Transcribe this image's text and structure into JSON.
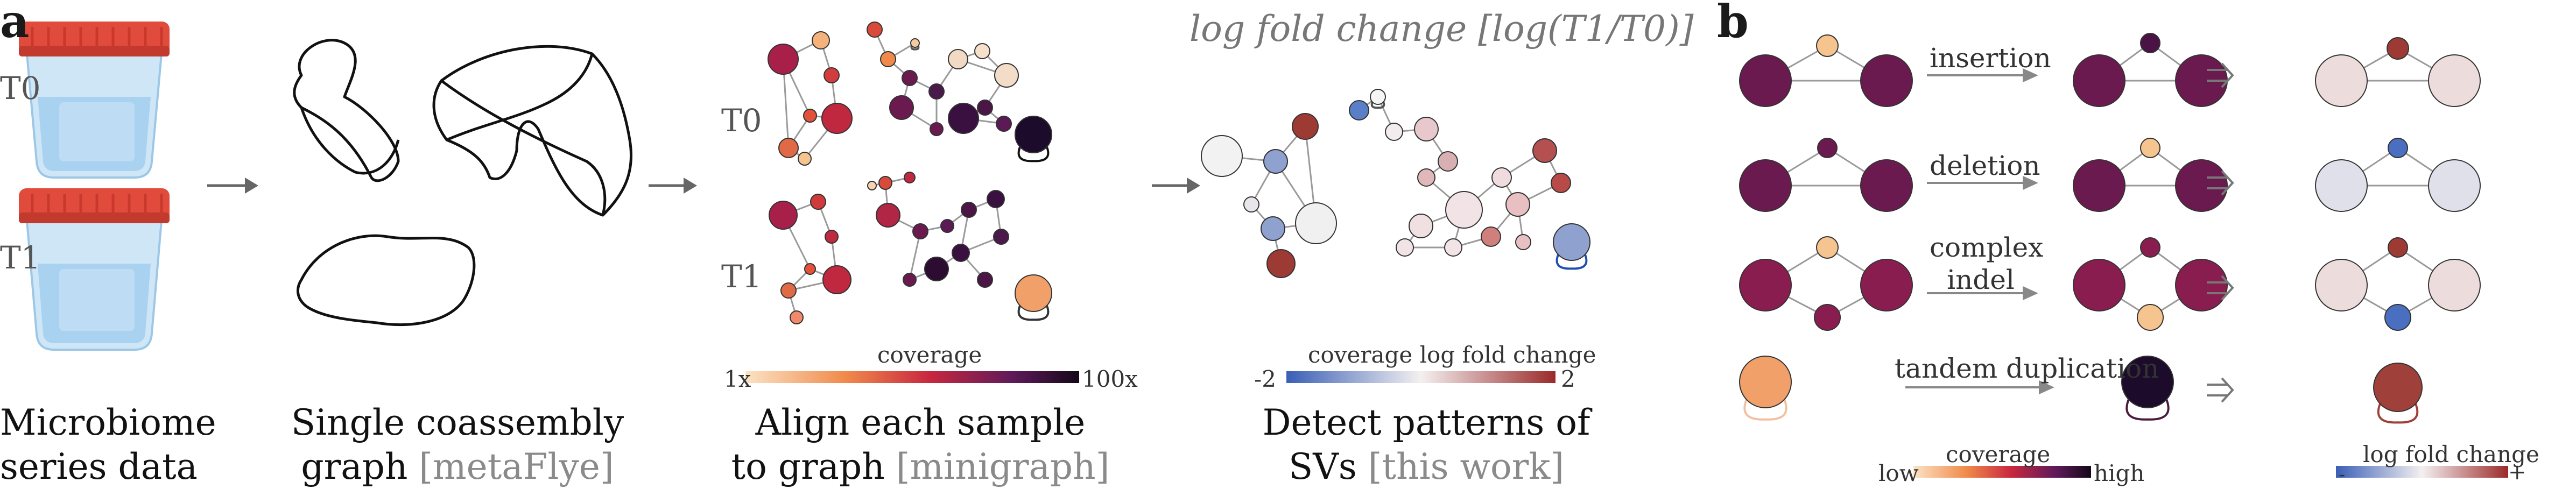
{
  "panels": {
    "a": "a",
    "b": "b"
  },
  "samples": {
    "t0": "T0",
    "t1": "T1"
  },
  "captions": {
    "c1_line1": "Microbiome",
    "c1_line2": "series data",
    "c2_line1": "Single coassembly",
    "c2_line2_main": "graph",
    "c2_line2_tool": "[metaFlye]",
    "c3_line1": "Align each sample",
    "c3_line2_main": "to graph",
    "c3_line2_tool": "[minigraph]",
    "c4_line1": "Detect patterns of",
    "c4_line2_main": "SVs",
    "c4_line2_tool": "[this work]"
  },
  "lfc_title": "log fold change [log(T1/T0)]",
  "coverage_scale": {
    "title": "coverage",
    "min": "1x",
    "max": "100x"
  },
  "lfc_scale": {
    "title": "coverage log fold change",
    "min": "-2",
    "max": "2"
  },
  "panel_b": {
    "ops": {
      "insertion": "insertion",
      "deletion": "deletion",
      "complex_1": "complex",
      "complex_2": "indel",
      "tandem": "tandem duplication"
    },
    "coverage_legend": {
      "title": "coverage",
      "low": "low",
      "high": "high"
    },
    "lfc_legend": {
      "title": "log fold change",
      "minus": "-",
      "plus": "+"
    }
  },
  "colors": {
    "dark_purple": "#6b1a4f",
    "crimson": "#a8204a",
    "red": "#d03a3a",
    "orange": "#f2a06a",
    "peach": "#f5c48f",
    "near_black": "#1c0b2a",
    "lfc_blue": "#5b7ec8",
    "lfc_pink": "#ecd5d8",
    "lfc_red": "#9e3a34",
    "lfc_grayblue": "#dfe0ea",
    "arrow_gray": "#888888"
  }
}
